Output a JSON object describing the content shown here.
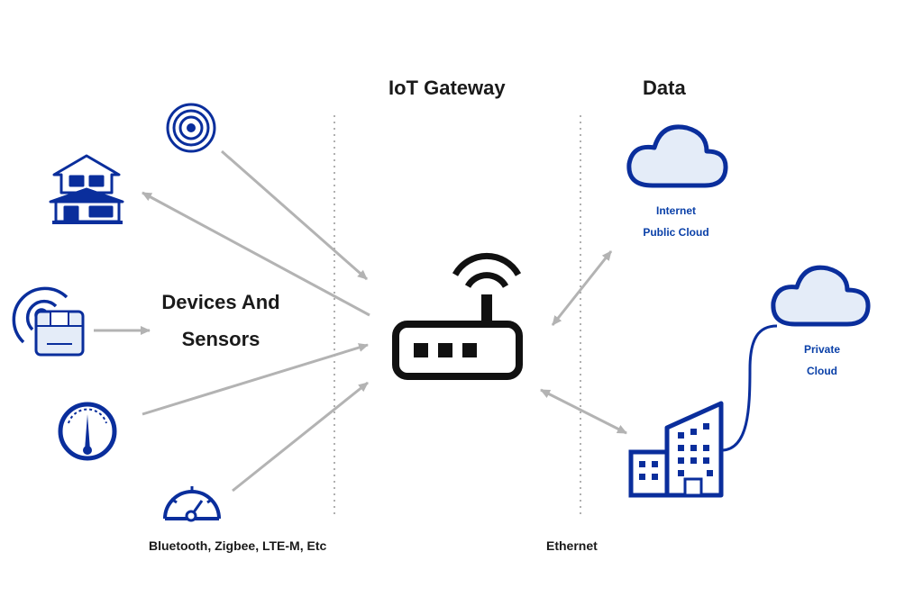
{
  "headings": {
    "gateway": "IoT Gateway",
    "data": "Data"
  },
  "devices_label": {
    "line1": "Devices And",
    "line2": "Sensors"
  },
  "protocols": {
    "wireless": "Bluetooth, Zigbee, LTE-M, Etc",
    "wired": "Ethernet"
  },
  "clouds": {
    "public": {
      "line1": "Internet",
      "line2": "Public Cloud"
    },
    "private": {
      "line1": "Private",
      "line2": "Cloud"
    }
  },
  "colors": {
    "icon_blue": "#0a2e9c",
    "cloud_fill": "#e4ecf8",
    "label_blue": "#0a40a8",
    "arrow_gray": "#b3b3b3",
    "divider_gray": "#b0b0b0",
    "gateway_black": "#111111"
  },
  "icons": {
    "target": "target-icon",
    "house": "house-icon",
    "rfid": "rfid-package-icon",
    "gauge": "gauge-icon",
    "speedometer": "speedometer-icon",
    "router": "router-icon",
    "public_cloud": "cloud-icon",
    "private_cloud": "cloud-icon",
    "building": "building-icon"
  }
}
